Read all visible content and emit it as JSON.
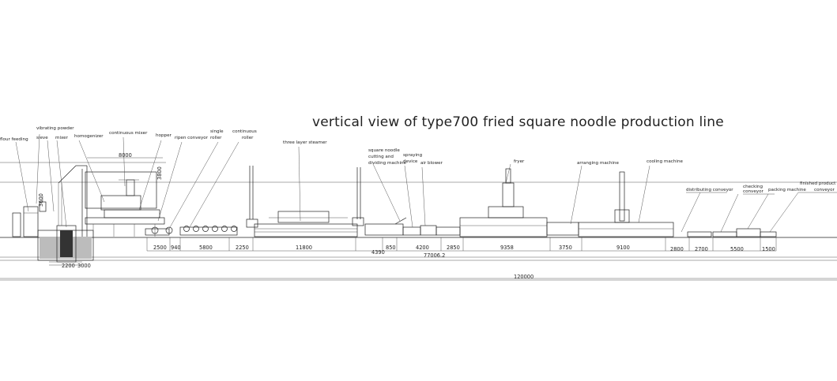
{
  "title": "vertical view of type700 fried square noodle production line",
  "labels": {
    "flour_feeding": "flour feeding",
    "vibrating_powder": "vibrating powder",
    "sieve": "sieve",
    "mixer": "mixer",
    "homogenizer": "homogenizer",
    "continuous_mixer": "continuous mixer",
    "hopper": "hopper",
    "ripen_conveyor": "ripen conveyor",
    "single": "single",
    "roller": "roller",
    "continuous": "continuous",
    "roller2": "roller",
    "three_layer_steamer": "three layer steamer",
    "square_noodle": "square noodle",
    "cutting_and": "cutting and",
    "dividing_machine": "dividing machine",
    "spraying": "spraying",
    "device": "device",
    "air_blower": "air blower",
    "fryer": "fryer",
    "arranging_machine": "arranging machine",
    "cooling_machine": "cooling machine",
    "distributing_conveyor": "distributing conveyor",
    "checking": "checking",
    "conveyor": "conveyor",
    "packing_machine": "packing machine",
    "finished_product": "finished product",
    "conveyor2": "conveyor"
  },
  "dimensions": {
    "d8000": "8000",
    "d3800": "3800",
    "d2500": "2500",
    "d940": "940",
    "d5800": "5800",
    "d2250": "2250",
    "d11800": "11800",
    "d4390": "4390",
    "d850": "850",
    "d4200": "4200",
    "d2850": "2850",
    "d9358": "9358",
    "d3750": "3750",
    "d9100": "9100",
    "d2800": "2800",
    "d2700": "2700",
    "d5500": "5500",
    "d1500": "1500",
    "d77006": "77006.2",
    "d120000": "120000",
    "d3600": "3600",
    "d2200": "2200",
    "d3000": "3000"
  }
}
